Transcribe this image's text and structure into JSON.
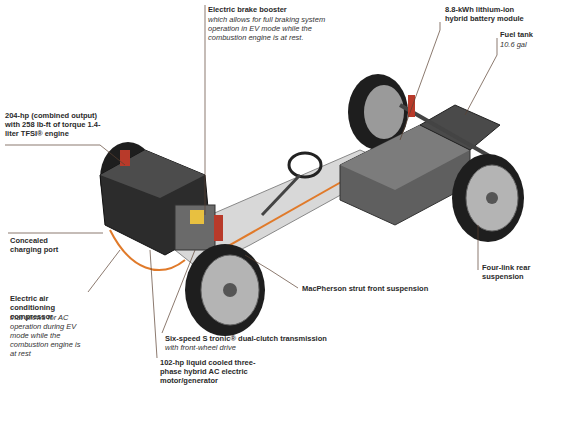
{
  "diagram": {
    "labels": [
      "204-hp (combined output) with 258 lb-ft of torque 1.4-liter TFSI® engine",
      "Electric brake booster",
      "which allows for full braking system operation in EV mode while the combustion engine is at rest.",
      "8.8-kWh lithium-ion hybrid battery module",
      "Fuel tank",
      "10.6 gal",
      "Concealed charging port",
      "Four-link rear suspension",
      "MacPherson strut front suspension",
      "Electric air conditioning compressor",
      "that allows for AC operation during EV mode while the combustion engine is at rest",
      "Six-speed S tronic® dual-clutch transmission",
      "with front-wheel drive",
      "102-hp liquid cooled three-phase hybrid AC electric motor/generator"
    ]
  }
}
